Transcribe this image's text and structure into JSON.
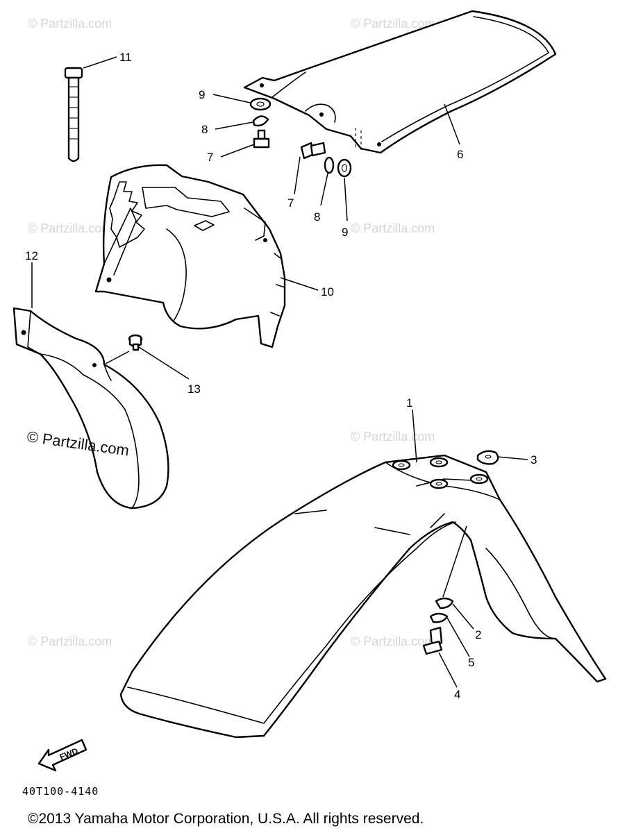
{
  "diagram": {
    "callouts": [
      {
        "id": "c11",
        "label": "11"
      },
      {
        "id": "c9a",
        "label": "9"
      },
      {
        "id": "c8a",
        "label": "8"
      },
      {
        "id": "c7a",
        "label": "7"
      },
      {
        "id": "c6",
        "label": "6"
      },
      {
        "id": "c7b",
        "label": "7"
      },
      {
        "id": "c8b",
        "label": "8"
      },
      {
        "id": "c9b",
        "label": "9"
      },
      {
        "id": "c12",
        "label": "12"
      },
      {
        "id": "c10",
        "label": "10"
      },
      {
        "id": "c13",
        "label": "13"
      },
      {
        "id": "c1",
        "label": "1"
      },
      {
        "id": "c3",
        "label": "3"
      },
      {
        "id": "c2",
        "label": "2"
      },
      {
        "id": "c5",
        "label": "5"
      },
      {
        "id": "c4",
        "label": "4"
      }
    ],
    "direction_marker": "FWD",
    "drawing_code": "40T100-4140",
    "copyright": "©2013 Yamaha Motor Corporation, U.S.A. All rights reserved."
  },
  "watermarks": {
    "faint": "© Partzilla.com",
    "main": "© Partzilla.com"
  }
}
